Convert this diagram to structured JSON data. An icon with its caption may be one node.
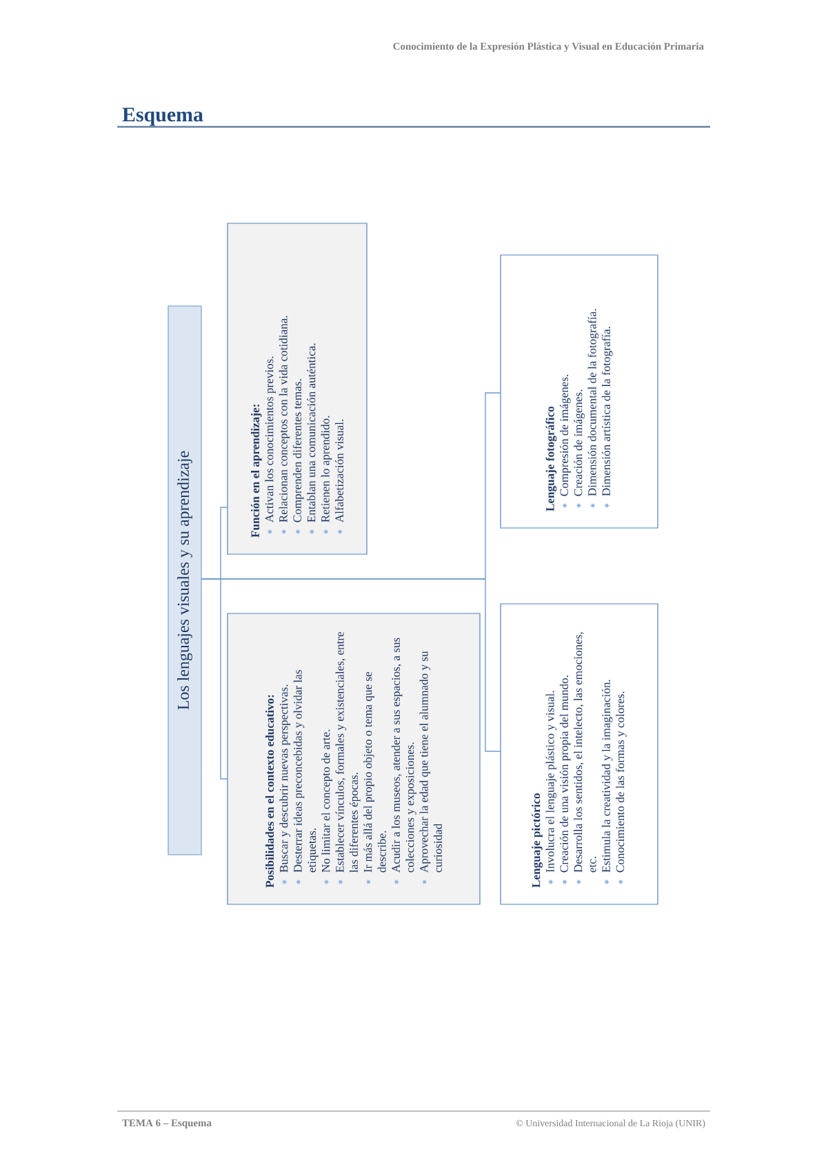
{
  "diagram": {
    "title": "Esquema",
    "nodes": [
      {
        "text": [
          "Los lenguajes visuales y su aprendizaje"
        ]
      },
      {
        "text": [
          "Función en el aprendizaje:",
          "Activan los conocimientos previos.",
          "Relacionan conceptos con la vida cotidiana.",
          "Comprenden diferentes temas.",
          "Entablan una comunicación auténtica.",
          "Retienen lo aprendido.",
          "Alfabetización visual."
        ]
      },
      {
        "text": [
          "Posibilidades en el contexto educativo:",
          "Buscar y descubrir nuevas perspectivas.",
          "Desterrar ideas preconcebidas y olvidar las etiquetas.",
          "No limitar el concepto de arte.",
          "Establecer vínculos, formales y existenciales, entre las diferentes épocas.",
          "Ir más allá del propio objeto o tema que se describe.",
          "Acudir a los museos, atender a sus espacios, a sus colecciones y exposiciones.",
          "Aprovechar la edad que tiene el alumnado y su curiosidad"
        ]
      },
      {
        "text": [
          "Lenguaje fotográfico",
          "Compresión de imágenes.",
          "Creación de imágenes.",
          "Dimensión documental de la fotografía.",
          "Dimensión artística de la fotografía."
        ]
      },
      {
        "text": [
          "Lenguaje pictórico",
          "Involucra el lenguaje plástico y visual.",
          "Creación de una visión propia del mundo.",
          "Desarrolla los sentidos, el intelecto, las emociones, etc.",
          "Estimula la creatividad y la imaginación.",
          "Conocimiento de las formas y colores."
        ]
      }
    ],
    "edges": [
      {
        "from": 0,
        "to": 1,
        "arrow": "none"
      },
      {
        "from": 0,
        "to": 2,
        "arrow": "none"
      },
      {
        "from": 0,
        "to": 3,
        "arrow": "none"
      },
      {
        "from": 0,
        "to": 4,
        "arrow": "none"
      }
    ],
    "labels": [
      "Conocimiento de la Expresión Plástica y Visual en Educación Primaria",
      "TEMA 6 – Esquema",
      "© Universidad Internacional de La Rioja (UNIR)"
    ]
  }
}
